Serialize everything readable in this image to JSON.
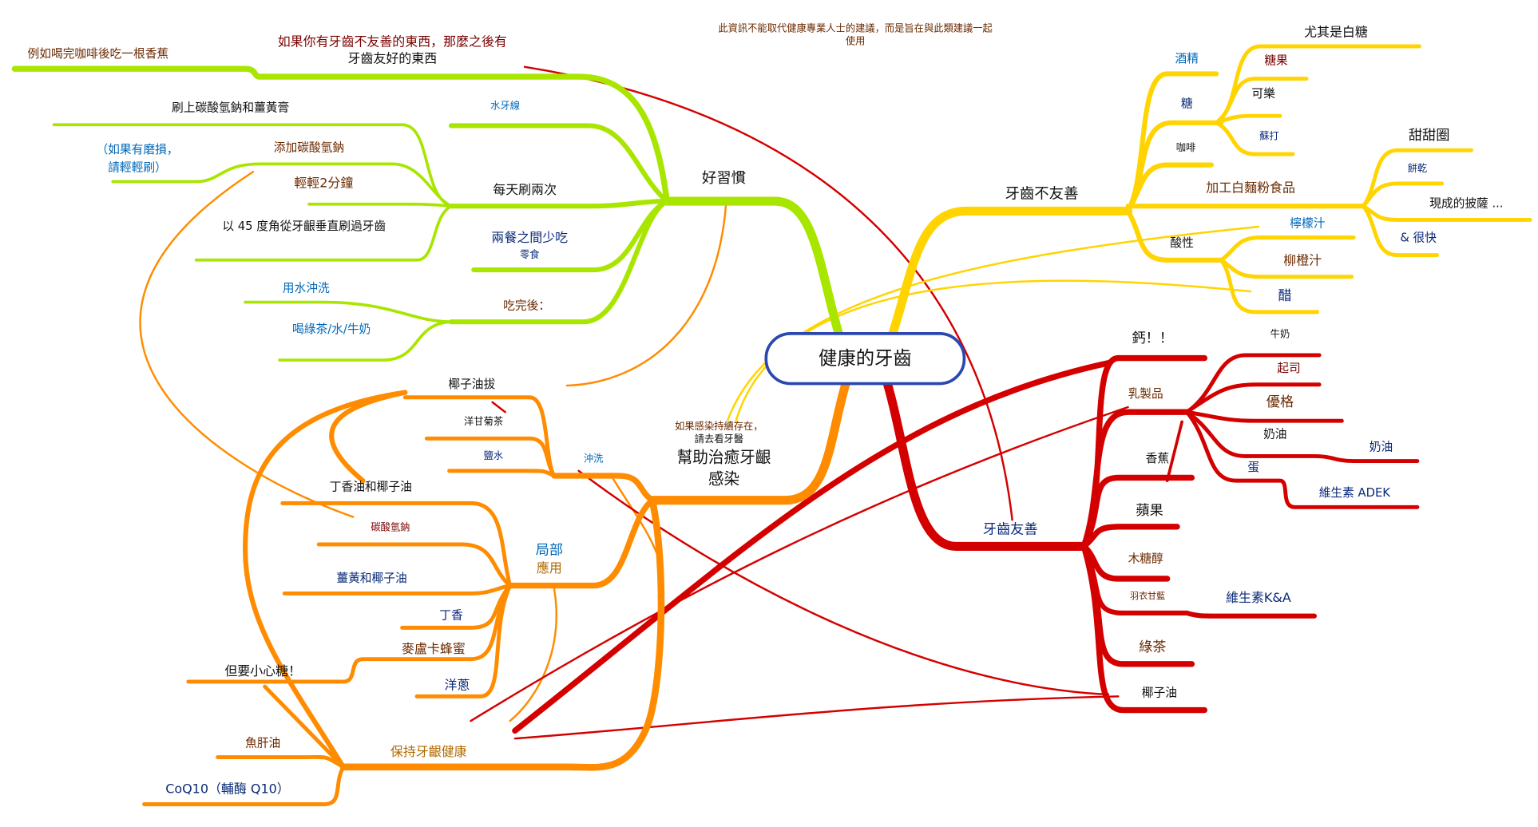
{
  "center": "健康的牙齒",
  "disclaimer": {
    "line1": "此資訊不能取代健康專業人士的建議，而是旨在與此類建議一起",
    "line2": "使用"
  },
  "colors": {
    "good_habits": "#a8e600",
    "unfriendly": "#ffd400",
    "friendly": "#d40000",
    "infection": "#ff8c00",
    "center_border": "#2b47b0"
  },
  "good_habits": {
    "title": "好習慣",
    "friendly_after": {
      "line1": "如果你有牙齒不友善的東西，那麼之後有",
      "line2": "牙齒友好的東西"
    },
    "example": "例如喝完咖啡後吃一根香蕉",
    "water_floss": "水牙線",
    "brush_twice": "每天刷兩次",
    "brush_items": [
      "刷上碳酸氫鈉和薑黃膏",
      "添加碳酸氫鈉",
      "輕輕2分鐘",
      "以 45 度角從牙齦垂直刷過牙齒"
    ],
    "worn_note": {
      "line1": "（如果有磨損，",
      "line2": "請輕輕刷）"
    },
    "less_snacks": {
      "line1": "兩餐之間少吃",
      "line2": "零食"
    },
    "after_eating": "吃完後：",
    "after_items": [
      "用水沖洗",
      "喝綠茶/水/牛奶"
    ]
  },
  "unfriendly": {
    "title": "牙齒不友善",
    "alcohol": "酒精",
    "sugar": "糖",
    "sugar_items": [
      "尤其是白糖",
      "糖果",
      "可樂",
      "蘇打"
    ],
    "coffee": "咖啡",
    "flour": "加工白麵粉食品",
    "flour_items": [
      "甜甜圈",
      "餅乾",
      "現成的披薩 ...",
      "& 很快"
    ],
    "acidic": "酸性",
    "acidic_items": [
      "檸檬汁",
      "柳橙汁",
      "醋"
    ]
  },
  "friendly": {
    "title": "牙齒友善",
    "calcium": "鈣！！",
    "dairy": "乳製品",
    "dairy_items": [
      "牛奶",
      "起司",
      "優格",
      "奶油",
      "蛋"
    ],
    "butter_note": "奶油",
    "adek": "維生素 ADEK",
    "banana": "香蕉",
    "apple": "蘋果",
    "xylitol": "木糖醇",
    "kale": "羽衣甘藍",
    "vit_ka": "維生素K&A",
    "green_tea": "綠茶",
    "coconut_oil": "椰子油"
  },
  "infection": {
    "title": {
      "line1": "幫助治癒牙齦",
      "line2": "感染"
    },
    "note": {
      "line1": "如果感染持續存在，",
      "line2": "請去看牙醫"
    },
    "rinse": "沖洗",
    "rinse_items": [
      "椰子油拔",
      "洋甘菊茶",
      "鹽水"
    ],
    "topical": {
      "line1": "局部",
      "line2": "應用"
    },
    "topical_items": [
      "丁香油和椰子油",
      "碳酸氫鈉",
      "薑黃和椰子油",
      "丁香",
      "麥盧卡蜂蜜",
      "洋蔥"
    ],
    "sugar_warning": "但要小心糖！",
    "maintain": "保持牙齦健康",
    "maintain_items": [
      "魚肝油",
      "CoQ10（輔酶 Q10）"
    ]
  }
}
